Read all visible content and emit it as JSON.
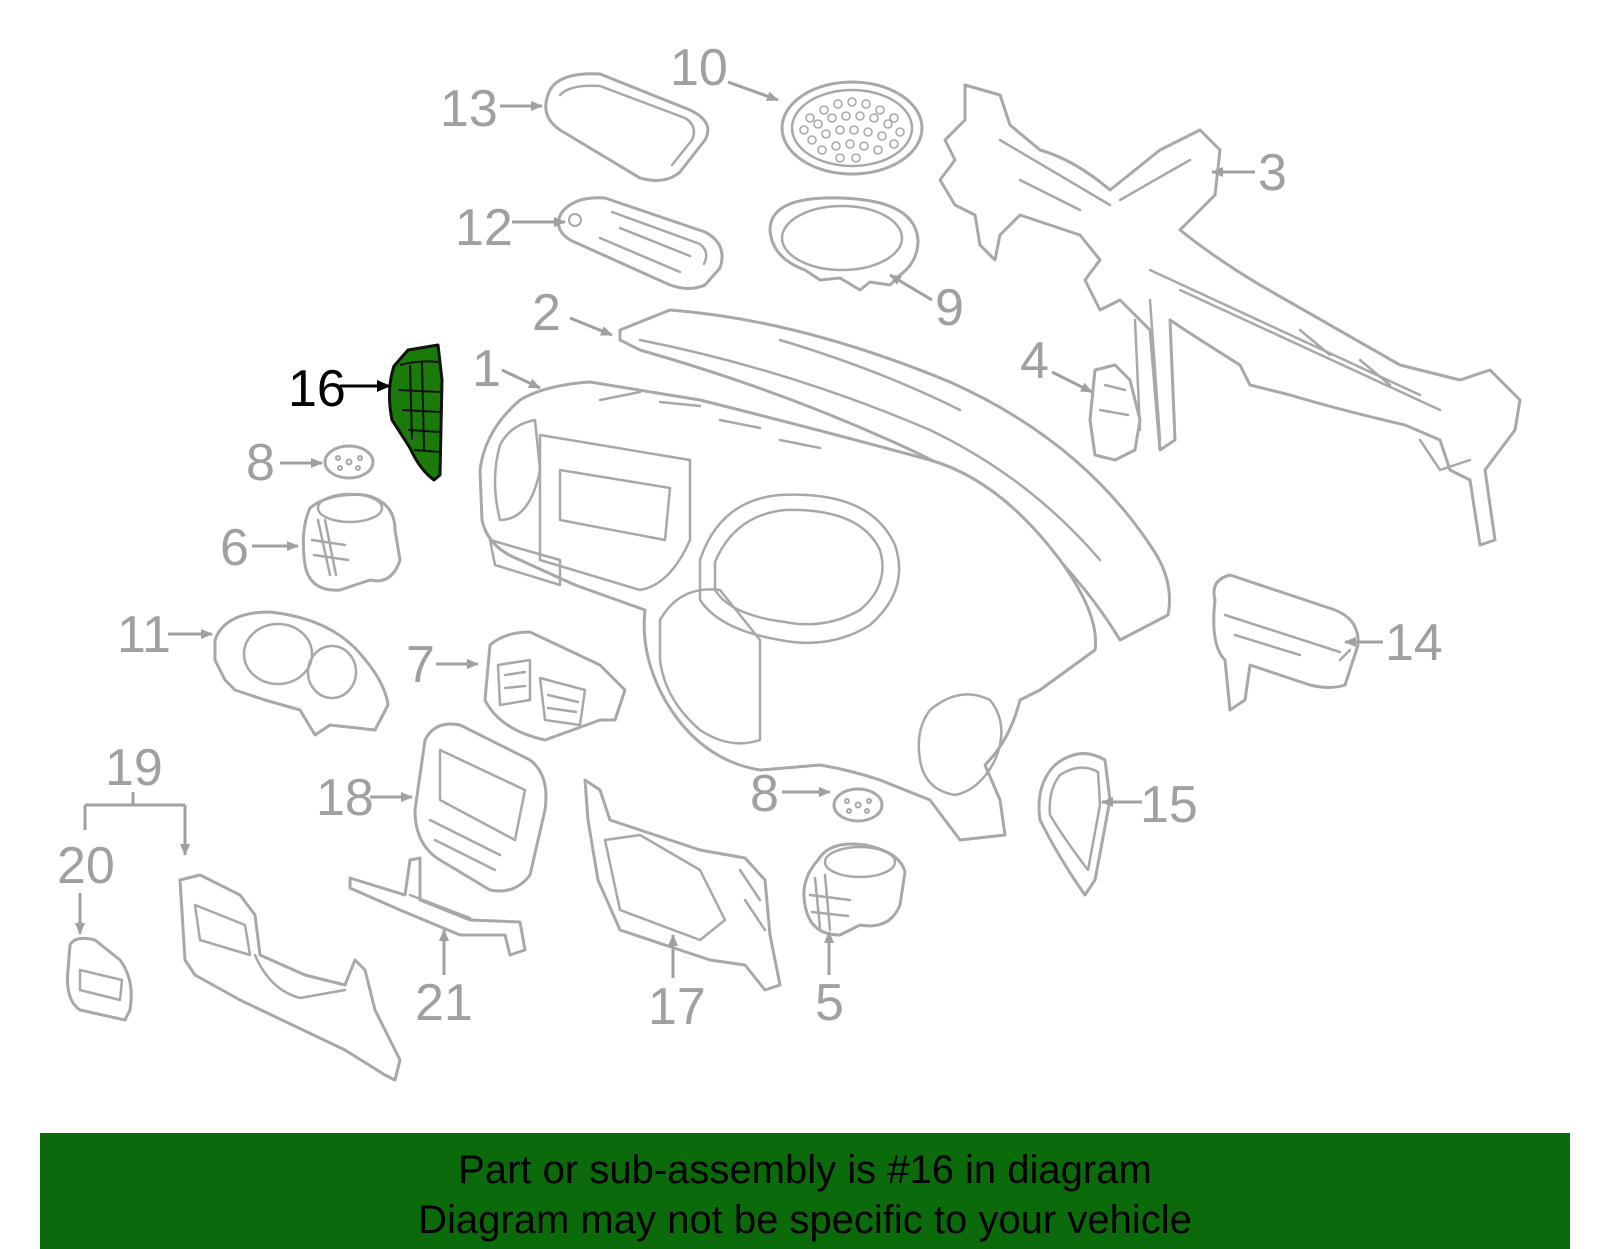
{
  "callouts": {
    "c1": "1",
    "c2": "2",
    "c3": "3",
    "c4": "4",
    "c5": "5",
    "c6": "6",
    "c7": "7",
    "c8a": "8",
    "c8b": "8",
    "c9": "9",
    "c10": "10",
    "c11": "11",
    "c12": "12",
    "c13": "13",
    "c14": "14",
    "c15": "15",
    "c16": "16",
    "c17": "17",
    "c18": "18",
    "c19": "19",
    "c20": "20",
    "c21": "21"
  },
  "highlighted_part": "16",
  "colors": {
    "highlight": "#1a7a0a",
    "banner": "#0b6b0b",
    "line_art": "#a8a8a8"
  },
  "banner": {
    "line1": "Part or sub-assembly is #16 in diagram",
    "line2": "Diagram may not be specific to your vehicle"
  }
}
